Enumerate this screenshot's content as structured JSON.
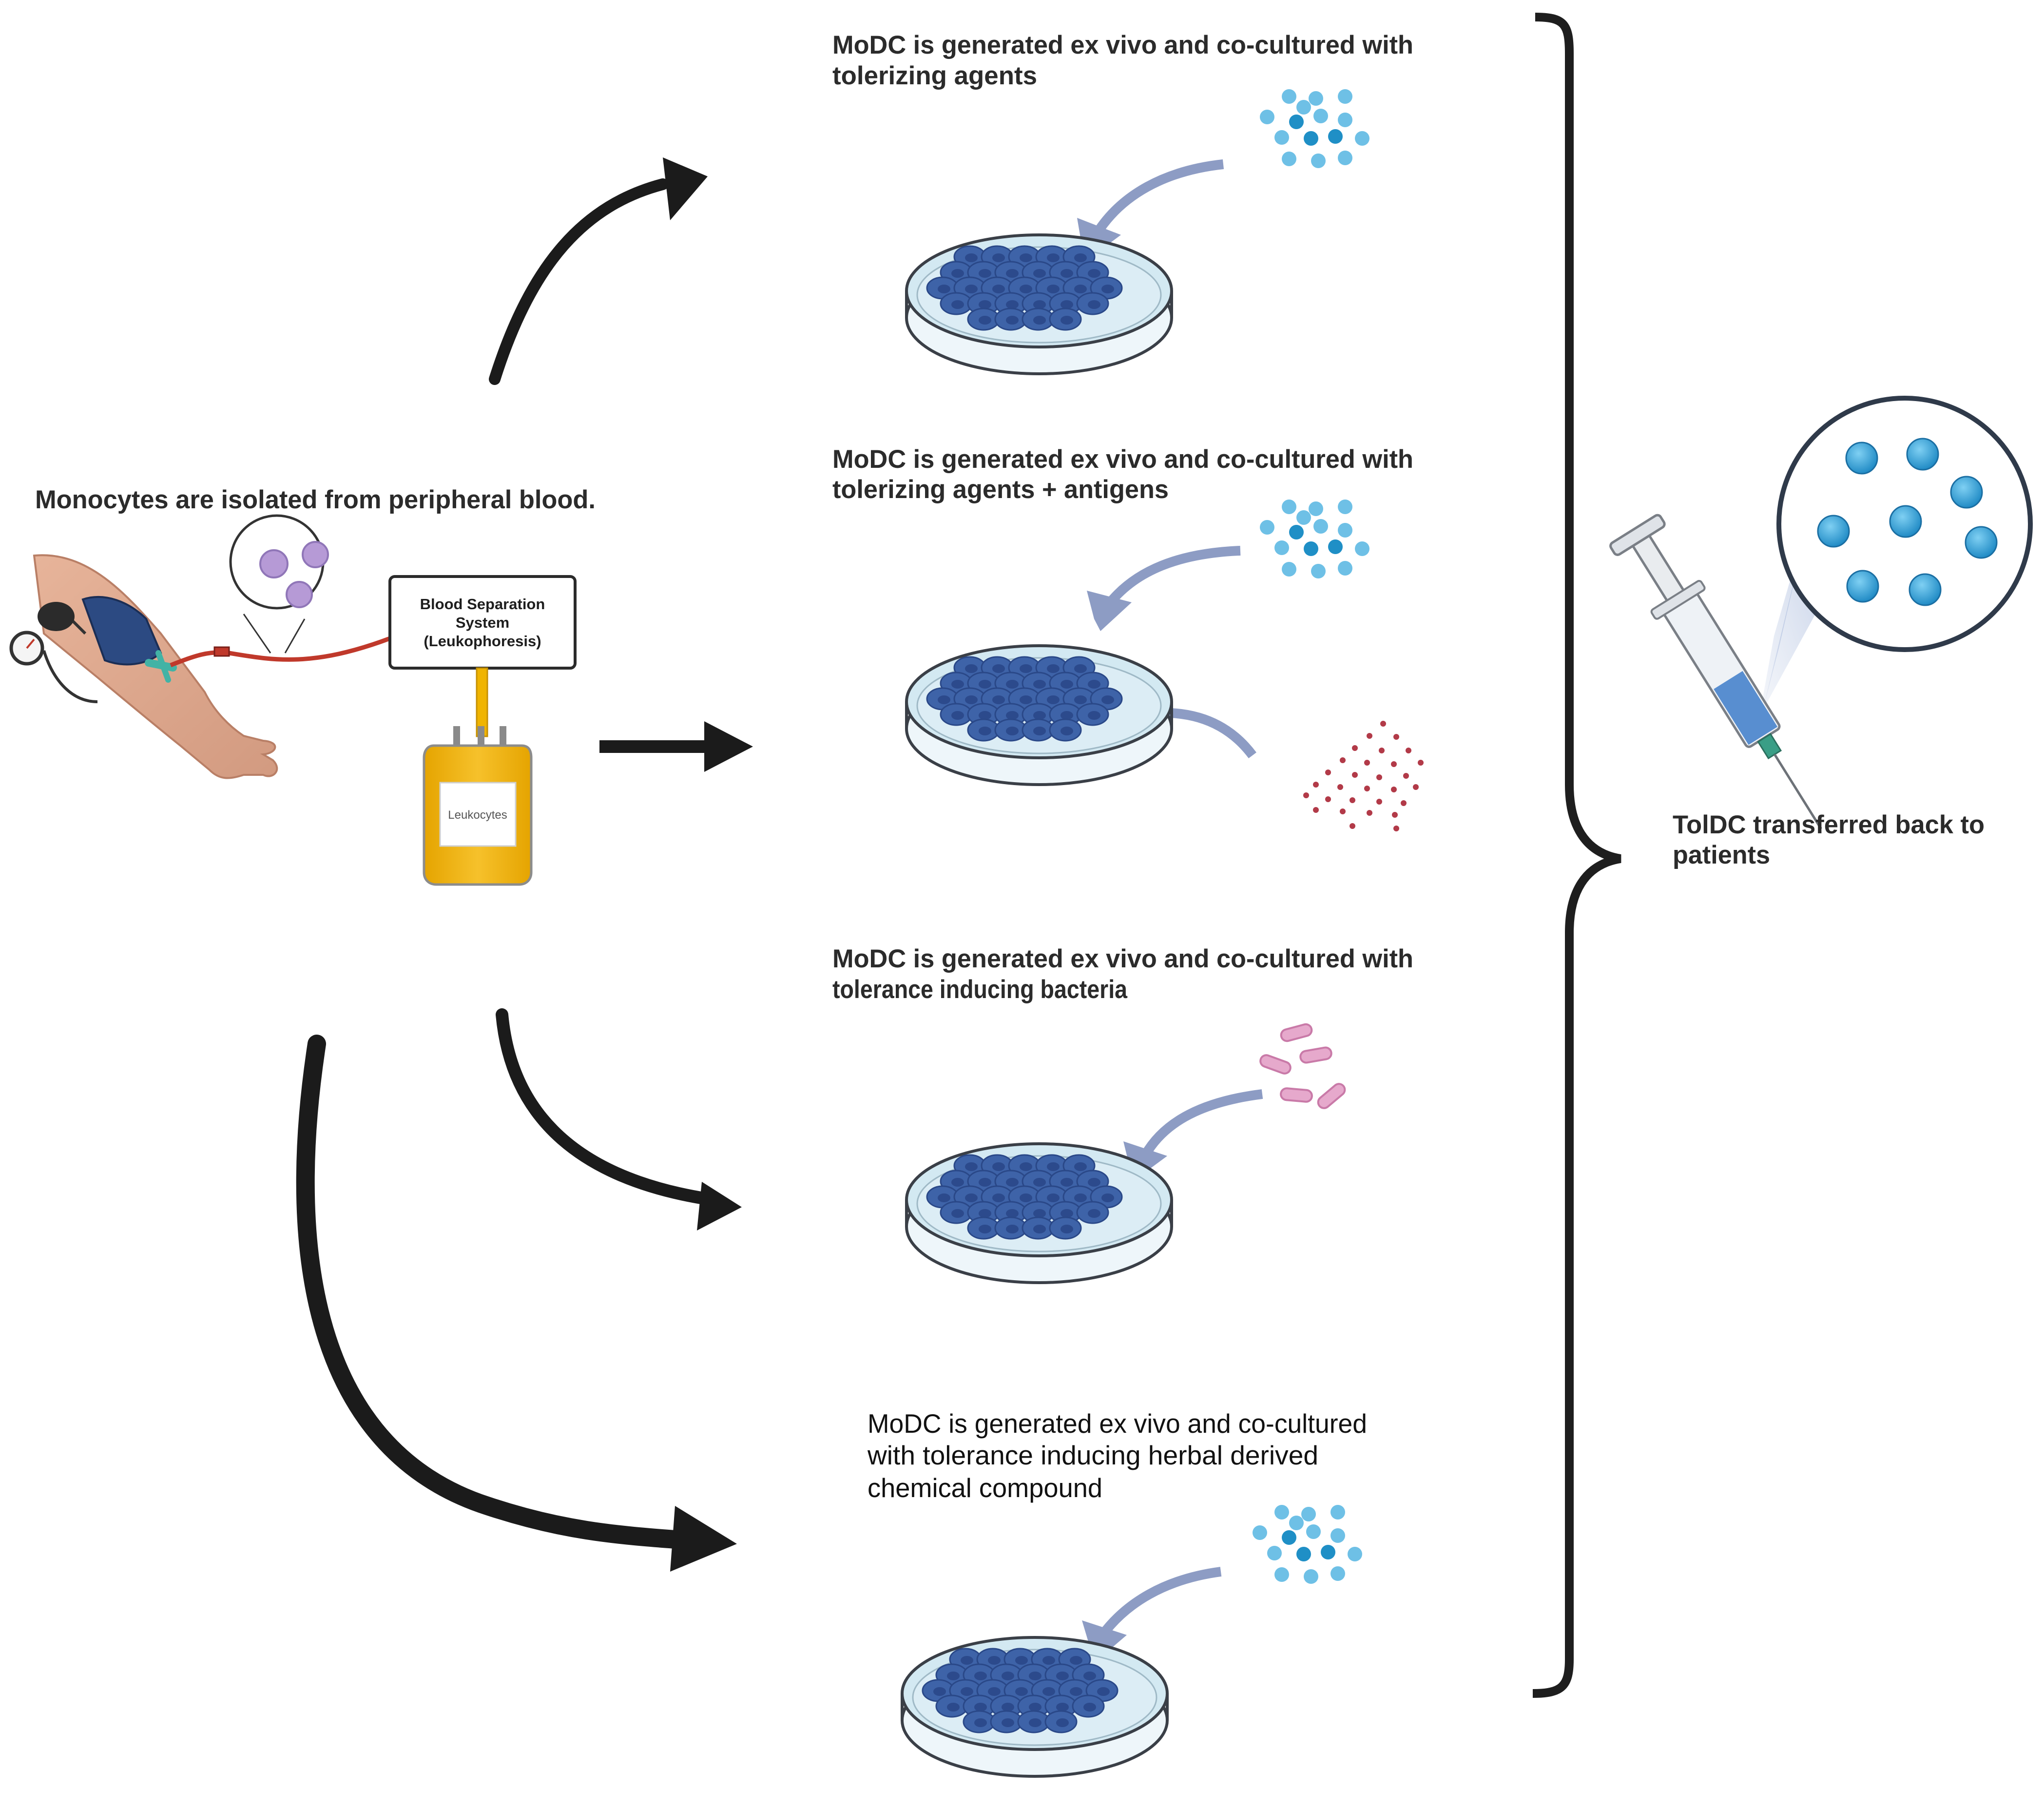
{
  "source": {
    "title": "Monocytes are isolated from peripheral blood.",
    "separator_line1": "Blood Separation",
    "separator_line2": "System",
    "separator_line3": "(Leukophoresis)",
    "bag_label": "Leukocytes"
  },
  "conditions": [
    {
      "line1": "MoDC is generated ex vivo and co-cultured with",
      "line2": "tolerizing agents"
    },
    {
      "line1": "MoDC is generated ex vivo and co-cultured with",
      "line2": "tolerizing agents + antigens"
    },
    {
      "line1": "MoDC is generated ex vivo and co-cultured with",
      "line2": "tolerance inducing bacteria"
    },
    {
      "line1": "MoDC is generated ex vivo and co-cultured",
      "line2": "with tolerance inducing herbal derived",
      "line3": "chemical compound"
    }
  ],
  "outcome": {
    "line1": "TolDC transferred back to",
    "line2": "patients"
  },
  "colors": {
    "arrow": "#1b1b1b",
    "dish_rim": "#3a3f47",
    "dish_liquid": "#d3e9f2",
    "cell": "#3e63a8",
    "cell_nucleus": "#2c4a8c",
    "agent_light": "#6ec0e6",
    "agent_dark": "#1f8fc6",
    "antigen": "#b23a48",
    "bacteria": "#e6a9cc",
    "flow_arrow": "#8d9cc4",
    "blood_bag": "#f0b400",
    "tube_red": "#c0392b"
  }
}
